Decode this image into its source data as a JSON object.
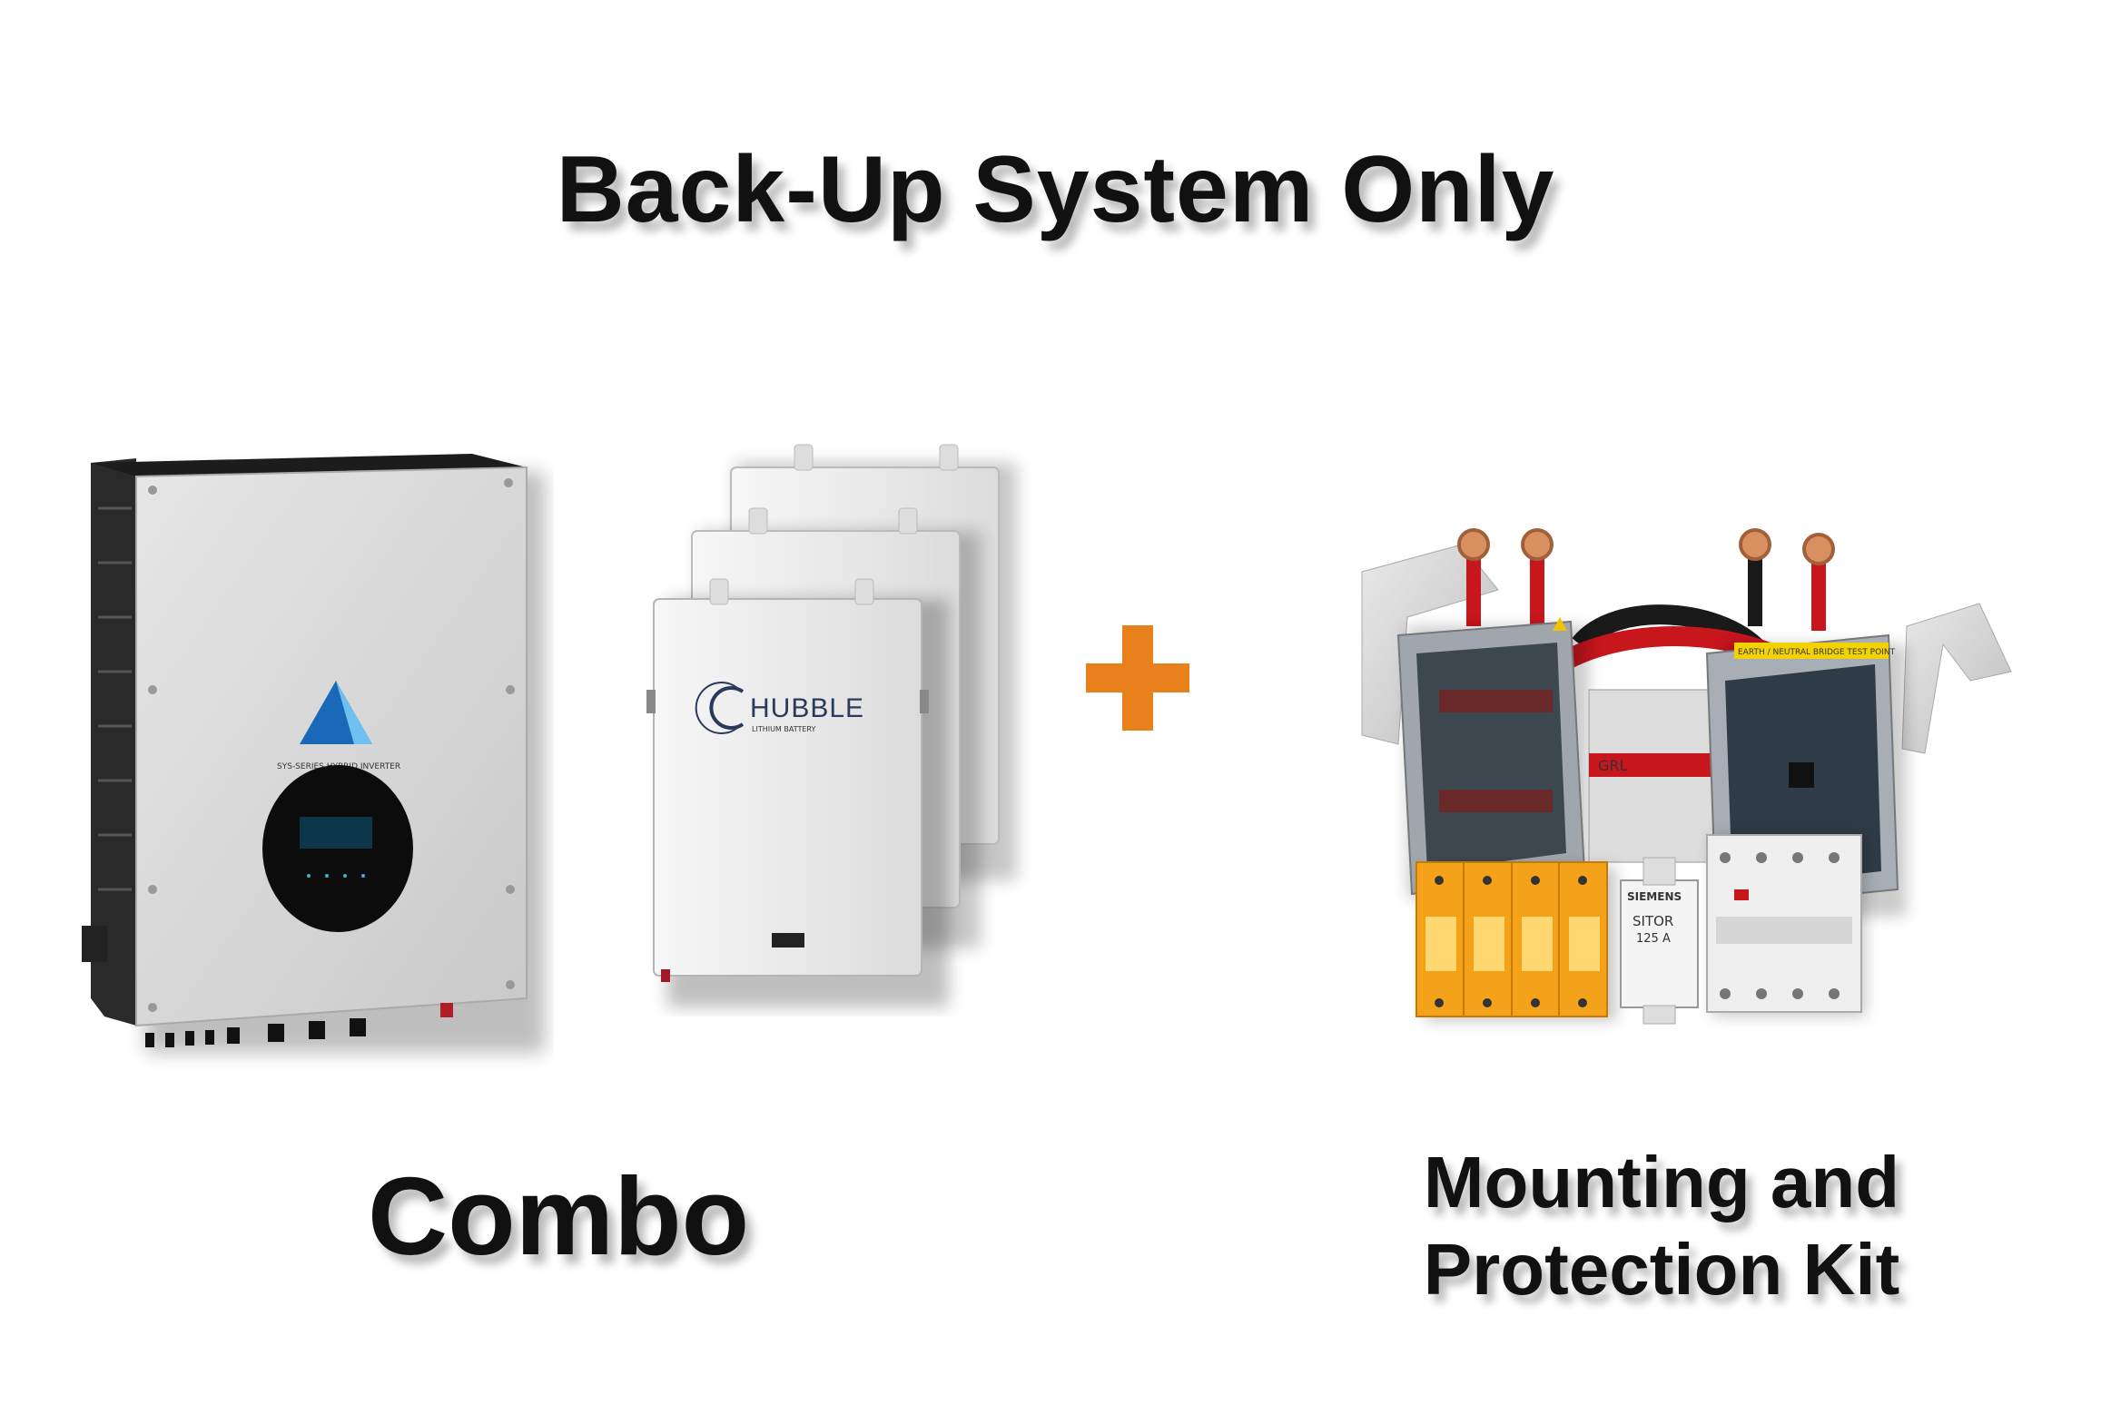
{
  "headline": "Back-Up System Only",
  "combo_label": "Combo",
  "kit_label_line1": "Mounting and",
  "kit_label_line2": "Protection Kit",
  "battery_brand": "HUBBLE",
  "battery_brand_sub": "LITHIUM BATTERY",
  "fuse_brand": "SIEMENS",
  "fuse_model": "SITOR",
  "fuse_rating": "125 A",
  "switch_brand": "GRL",
  "kit_panel_label": "EARTH / NEUTRAL BRIDGE TEST POINT",
  "colors": {
    "text": "#111111",
    "plus_accent": "#e8801c",
    "surge_orange": "#f4a21a",
    "cable_red": "#c8161d",
    "inverter_body": "#d9d9d9",
    "battery_body": "#eeeeee"
  },
  "icons": {
    "plus": "plus-icon",
    "inverter_logo": "triangle-logo-icon"
  }
}
